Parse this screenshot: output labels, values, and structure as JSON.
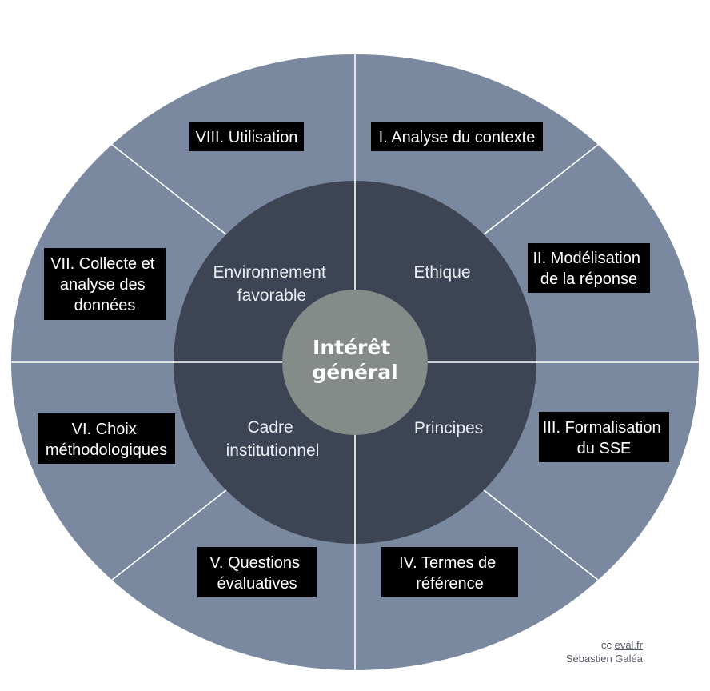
{
  "center": {
    "lines": [
      "Intérêt",
      "général"
    ]
  },
  "ring": [
    {
      "id": "environnement",
      "lines": [
        "Environnement",
        "favorable"
      ]
    },
    {
      "id": "ethique",
      "lines": [
        "Ethique"
      ]
    },
    {
      "id": "cadre",
      "lines": [
        "Cadre",
        "institutionnel"
      ]
    },
    {
      "id": "principes",
      "lines": [
        "Principes"
      ]
    }
  ],
  "steps": [
    {
      "id": "1",
      "lines": [
        "I. Analyse du contexte"
      ]
    },
    {
      "id": "2",
      "lines": [
        "II. Modélisation",
        "de la réponse"
      ]
    },
    {
      "id": "3",
      "lines": [
        "III. Formalisation",
        "du SSE"
      ]
    },
    {
      "id": "4",
      "lines": [
        "IV. Termes de",
        "référence"
      ]
    },
    {
      "id": "5",
      "lines": [
        "V. Questions",
        "évaluatives"
      ]
    },
    {
      "id": "6",
      "lines": [
        "VI. Choix",
        "méthodologiques"
      ]
    },
    {
      "id": "7",
      "lines": [
        "VII. Collecte et",
        "analyse des",
        "données"
      ]
    },
    {
      "id": "8",
      "lines": [
        "VIII. Utilisation"
      ]
    }
  ],
  "credit": {
    "prefix": "cc ",
    "link": "eval.fr",
    "author": "Sébastien Galéa"
  },
  "colors": {
    "outer_ring": "#7a899f",
    "inner_ring": "#3d4554",
    "core": "#858b89",
    "divider": "#ffffff",
    "label_box": "#000000"
  }
}
